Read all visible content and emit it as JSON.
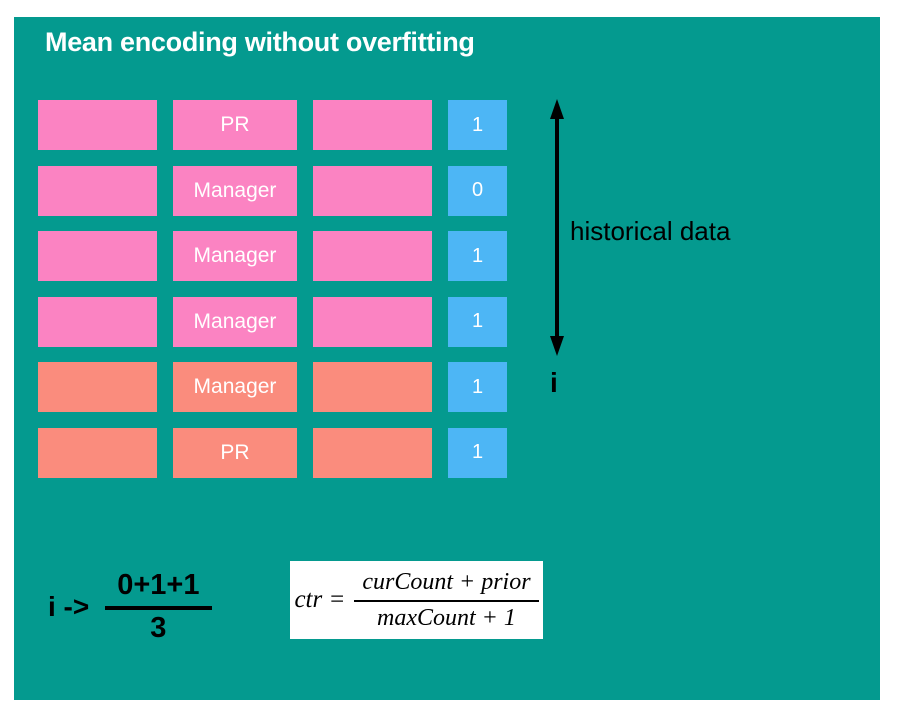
{
  "title": "Mean encoding without overfitting",
  "colors": {
    "background": "#049a8f",
    "historical_row": "#fb83c2",
    "current_row": "#fa8c7d",
    "target_cell": "#4db6f5",
    "cell_text": "#ffffff",
    "title_text": "#ffffff",
    "annotation_text": "#000000",
    "formula_box_bg": "#ffffff"
  },
  "table": {
    "rows": [
      {
        "feature": "PR",
        "target": "1",
        "group": "historical"
      },
      {
        "feature": "Manager",
        "target": "0",
        "group": "historical"
      },
      {
        "feature": "Manager",
        "target": "1",
        "group": "historical"
      },
      {
        "feature": "Manager",
        "target": "1",
        "group": "historical"
      },
      {
        "feature": "Manager",
        "target": "1",
        "group": "current"
      },
      {
        "feature": "PR",
        "target": "1",
        "group": "current"
      }
    ]
  },
  "annotations": {
    "historical_span_label": "historical data",
    "row_index_label": "i",
    "arrow_type": "double-headed-vertical"
  },
  "encoding_example": {
    "lhs": "i ->",
    "numerator": "0+1+1",
    "denominator": "3"
  },
  "ctr_formula": {
    "lhs": "ctr =",
    "numerator": "curCount + prior",
    "denominator": "maxCount + 1"
  }
}
